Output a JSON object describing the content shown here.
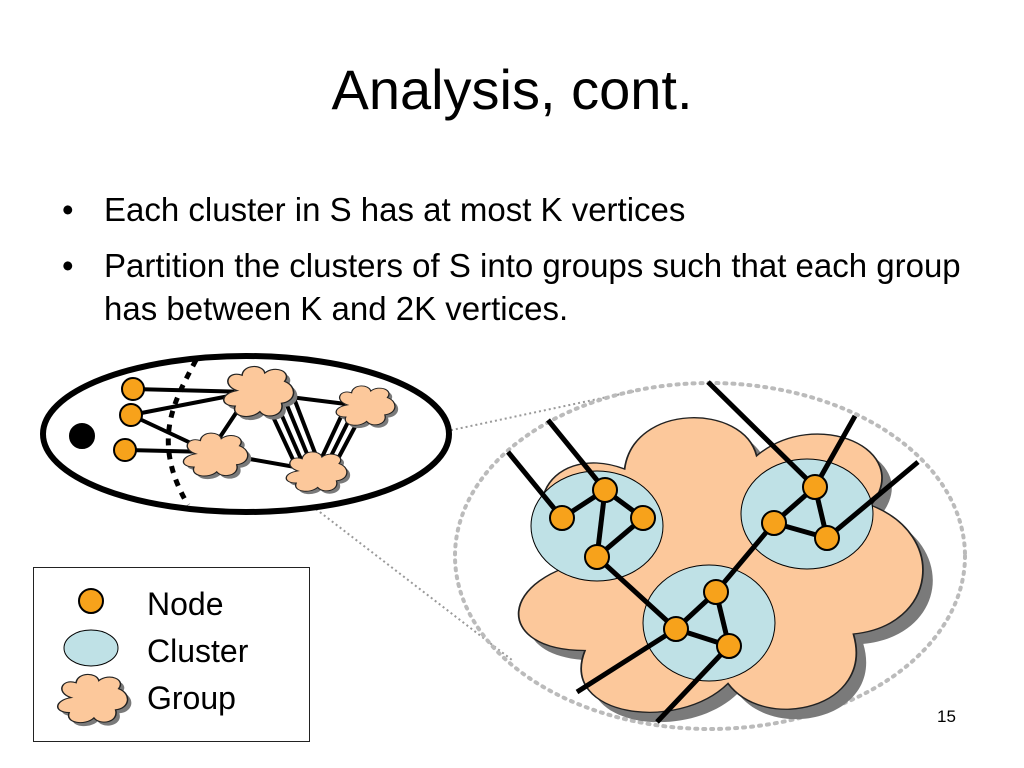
{
  "slide": {
    "title": "Analysis, cont.",
    "bullets": [
      {
        "marker": "•",
        "text": "Each cluster in S has at most K vertices"
      },
      {
        "marker": "•",
        "text": "Partition the clusters of S into groups such that each group has between K and 2K vertices."
      }
    ],
    "page_number": "15"
  },
  "legend": {
    "items": [
      {
        "label": "Node",
        "icon": "orange-circle"
      },
      {
        "label": "Cluster",
        "icon": "lightblue-ellipse"
      },
      {
        "label": "Group",
        "icon": "peach-cloud"
      }
    ]
  },
  "colors": {
    "node_fill": "#f7a21b",
    "cluster_fill": "#bfe1e6",
    "group_fill": "#fcc89b",
    "outline": "#000000",
    "dotted": "#aaaaaa"
  }
}
